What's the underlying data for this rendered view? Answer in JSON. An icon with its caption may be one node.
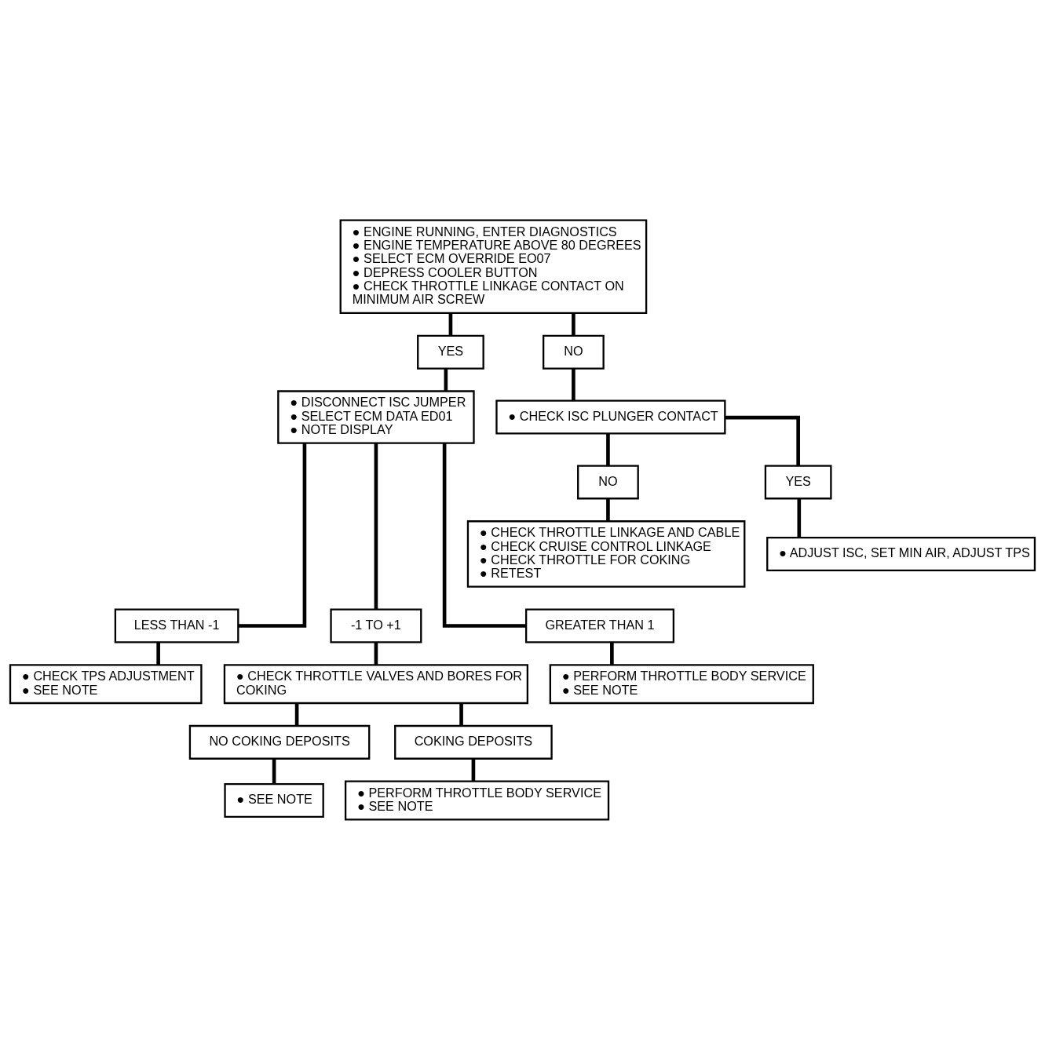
{
  "diagram": {
    "nodes": [
      {
        "text": [
          "● ENGINE RUNNING, ENTER DIAGNOSTICS",
          "● ENGINE TEMPERATURE ABOVE 80 DEGREES",
          "● SELECT ECM OVERRIDE EO07",
          "● DEPRESS COOLER BUTTON",
          "● CHECK THROTTLE LINKAGE CONTACT ON MINIMUM AIR SCREW"
        ]
      },
      {
        "text": [
          "YES"
        ]
      },
      {
        "text": [
          "NO"
        ]
      },
      {
        "text": [
          "● DISCONNECT ISC JUMPER",
          "● SELECT ECM DATA ED01",
          "● NOTE DISPLAY"
        ]
      },
      {
        "text": [
          "● CHECK ISC PLUNGER CONTACT"
        ]
      },
      {
        "text": [
          "NO"
        ]
      },
      {
        "text": [
          "YES"
        ]
      },
      {
        "text": [
          "● CHECK THROTTLE LINKAGE AND CABLE",
          "● CHECK CRUISE CONTROL LINKAGE",
          "● CHECK THROTTLE FOR COKING",
          "● RETEST"
        ]
      },
      {
        "text": [
          "● ADJUST ISC, SET MIN AIR, ADJUST TPS"
        ]
      },
      {
        "text": [
          "LESS THAN -1"
        ]
      },
      {
        "text": [
          "-1 TO +1"
        ]
      },
      {
        "text": [
          "GREATER THAN 1"
        ]
      },
      {
        "text": [
          "● CHECK TPS ADJUSTMENT",
          "● SEE NOTE"
        ]
      },
      {
        "text": [
          "● CHECK THROTTLE VALVES AND BORES FOR COKING"
        ]
      },
      {
        "text": [
          "● PERFORM THROTTLE BODY SERVICE",
          "● SEE NOTE"
        ]
      },
      {
        "text": [
          "NO COKING DEPOSITS"
        ]
      },
      {
        "text": [
          "COKING DEPOSITS"
        ]
      },
      {
        "text": [
          "● SEE NOTE"
        ]
      },
      {
        "text": [
          "● PERFORM THROTTLE BODY SERVICE",
          "● SEE NOTE"
        ]
      }
    ],
    "edges": [
      {
        "from": 0,
        "to": 1,
        "arrow": "none"
      },
      {
        "from": 0,
        "to": 2,
        "arrow": "none"
      },
      {
        "from": 1,
        "to": 3,
        "arrow": "none"
      },
      {
        "from": 2,
        "to": 4,
        "arrow": "none"
      },
      {
        "from": 4,
        "to": 5,
        "arrow": "none"
      },
      {
        "from": 4,
        "to": 6,
        "arrow": "none"
      },
      {
        "from": 5,
        "to": 7,
        "arrow": "none"
      },
      {
        "from": 6,
        "to": 8,
        "arrow": "none"
      },
      {
        "from": 3,
        "to": 9,
        "arrow": "none"
      },
      {
        "from": 3,
        "to": 10,
        "arrow": "none"
      },
      {
        "from": 3,
        "to": 11,
        "arrow": "none"
      },
      {
        "from": 9,
        "to": 12,
        "arrow": "none"
      },
      {
        "from": 10,
        "to": 13,
        "arrow": "none"
      },
      {
        "from": 11,
        "to": 14,
        "arrow": "none"
      },
      {
        "from": 13,
        "to": 15,
        "arrow": "none"
      },
      {
        "from": 13,
        "to": 16,
        "arrow": "none"
      },
      {
        "from": 15,
        "to": 17,
        "arrow": "none"
      },
      {
        "from": 16,
        "to": 18,
        "arrow": "none"
      }
    ]
  }
}
